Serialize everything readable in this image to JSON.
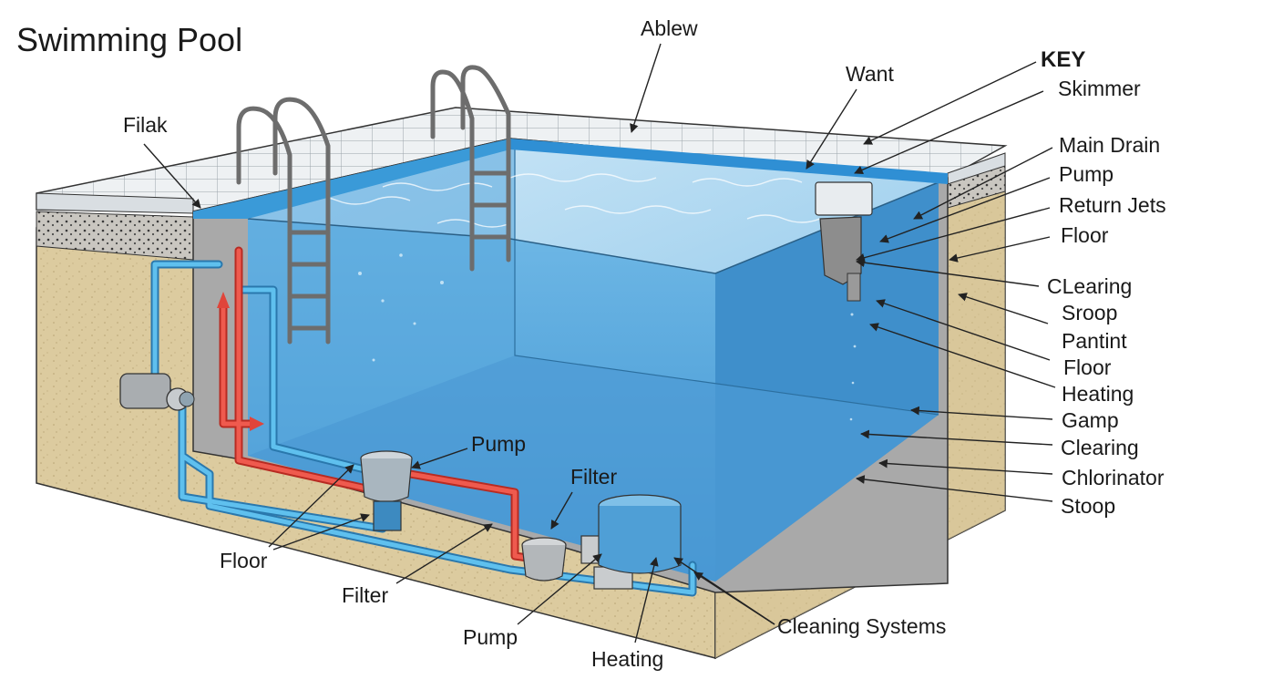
{
  "title": "Swimming Pool",
  "key": {
    "heading": "KEY",
    "items": [
      "Skimmer",
      "Main Drain",
      "Pump",
      "Return Jets",
      "Floor",
      "CLearing",
      "Sroop",
      "Pantint",
      "Floor",
      "Heating",
      "Gamp",
      "Clearing",
      "Chlorinator",
      "Stoop"
    ]
  },
  "callouts": {
    "ablew": "Ablew",
    "want": "Want",
    "filak": "Filak",
    "pump_mid": "Pump",
    "filter_mid": "Filter",
    "floor_left": "Floor",
    "filter_left": "Filter",
    "pump_bottom": "Pump",
    "heating_bottom": "Heating",
    "cleaning_systems": "Cleaning Systems"
  },
  "colors": {
    "water": "#4a9fd8",
    "water_deep": "#2f86c9",
    "tile_deck": "#e9edf0",
    "soil": "#dccb9f",
    "concrete": "#9a9a9a",
    "pipe_blue": "#3fa4dd",
    "pipe_red": "#e0453a"
  }
}
